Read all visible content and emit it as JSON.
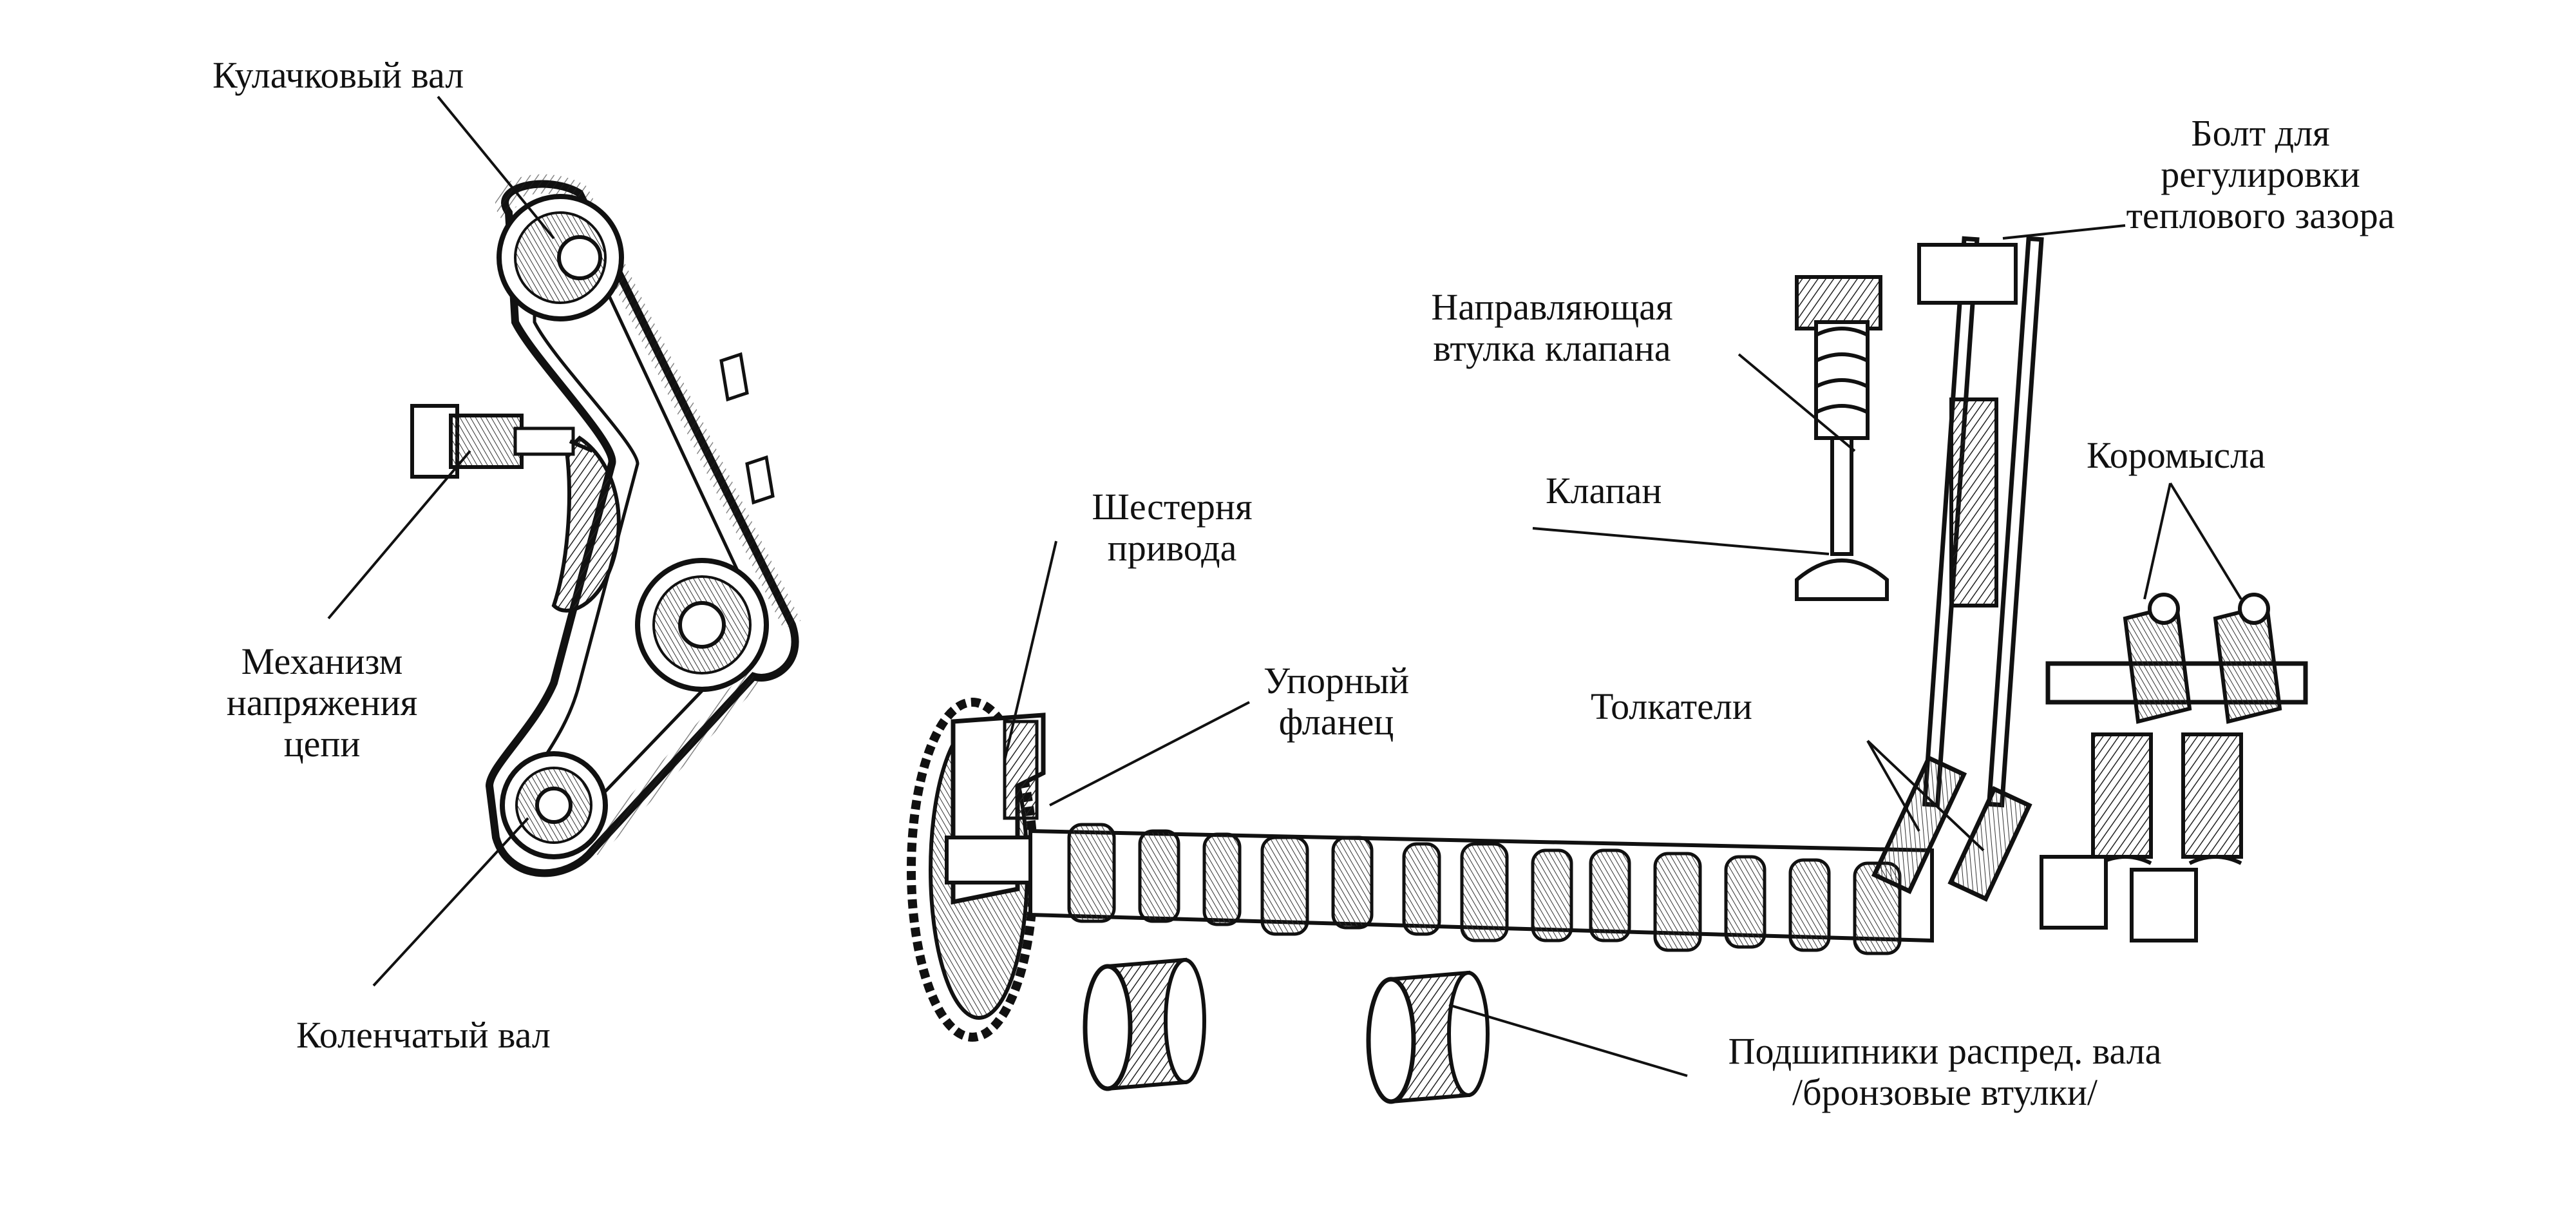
{
  "labels": {
    "camshaft": "Кулачковый вал",
    "tensioner_l1": "Механизм",
    "tensioner_l2": "напряжения",
    "tensioner_l3": "цепи",
    "crankshaft": "Коленчатый вал",
    "drive_gear_l1": "Шестерня",
    "drive_gear_l2": "привода",
    "thrust_flange_l1": "Упорный",
    "thrust_flange_l2": "фланец",
    "valve_guide_l1": "Направляющая",
    "valve_guide_l2": "втулка клапана",
    "valve": "Клапан",
    "adjust_bolt_l1": "Болт для",
    "adjust_bolt_l2": "регулировки",
    "adjust_bolt_l3": "теплового зазора",
    "rocker_arms": "Коромысла",
    "pushrods": "Толкатели",
    "bearings_l1": "Подшипники распред. вала",
    "bearings_l2": "/бронзовые втулки/"
  }
}
